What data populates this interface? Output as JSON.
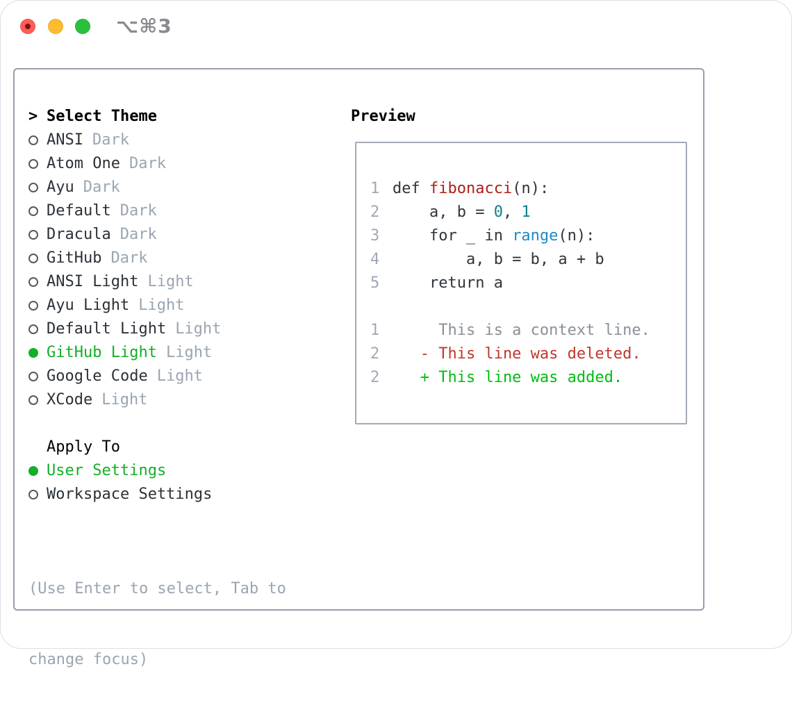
{
  "titlebar": {
    "shortcut": "⌥⌘3"
  },
  "colors": {
    "selected_green": "#14ae29",
    "added_green": "#00bd0f",
    "deleted_red": "#c2362a",
    "context_gray": "#8a9097",
    "function_red": "#a8231b",
    "number_teal": "#0e7f8c",
    "builtin_blue": "#1e88c7",
    "code_dark": "#2f353c",
    "line_number_gray": "#9fa8b4",
    "tag_gray": "#9aa5b2",
    "traffic_red": "#ff5c54",
    "traffic_yellow": "#fdbc2f",
    "traffic_green": "#2ac03e"
  },
  "theme_list": {
    "heading_prefix": ">",
    "heading": "Select Theme",
    "items": [
      {
        "label": "ANSI",
        "tag": "Dark",
        "selected": false
      },
      {
        "label": "Atom One",
        "tag": "Dark",
        "selected": false
      },
      {
        "label": "Ayu",
        "tag": "Dark",
        "selected": false
      },
      {
        "label": "Default",
        "tag": "Dark",
        "selected": false
      },
      {
        "label": "Dracula",
        "tag": "Dark",
        "selected": false
      },
      {
        "label": "GitHub",
        "tag": "Dark",
        "selected": false
      },
      {
        "label": "ANSI Light",
        "tag": "Light",
        "selected": false
      },
      {
        "label": "Ayu Light",
        "tag": "Light",
        "selected": false
      },
      {
        "label": "Default Light",
        "tag": "Light",
        "selected": false
      },
      {
        "label": "GitHub Light",
        "tag": "Light",
        "selected": true
      },
      {
        "label": "Google Code",
        "tag": "Light",
        "selected": false
      },
      {
        "label": "XCode",
        "tag": "Light",
        "selected": false
      }
    ]
  },
  "apply_to": {
    "heading": "Apply To",
    "options": [
      {
        "label": "User Settings",
        "selected": true
      },
      {
        "label": "Workspace Settings",
        "selected": false
      }
    ]
  },
  "hint": {
    "line1": "(Use Enter to select, Tab to",
    "line2": "change focus)"
  },
  "preview": {
    "heading": "Preview",
    "lines": [
      {
        "num": "1",
        "segments": [
          {
            "t": "def ",
            "c": "code_dark"
          },
          {
            "t": "fibonacci",
            "c": "function_red"
          },
          {
            "t": "(n):",
            "c": "code_dark"
          }
        ]
      },
      {
        "num": "2",
        "segments": [
          {
            "t": "    a, b = ",
            "c": "code_dark"
          },
          {
            "t": "0",
            "c": "number_teal"
          },
          {
            "t": ", ",
            "c": "code_dark"
          },
          {
            "t": "1",
            "c": "number_teal"
          }
        ]
      },
      {
        "num": "3",
        "segments": [
          {
            "t": "    for _ in ",
            "c": "code_dark"
          },
          {
            "t": "range",
            "c": "builtin_blue"
          },
          {
            "t": "(n):",
            "c": "code_dark"
          }
        ]
      },
      {
        "num": "4",
        "segments": [
          {
            "t": "        a, b = b, a + b",
            "c": "code_dark"
          }
        ]
      },
      {
        "num": "5",
        "segments": [
          {
            "t": "    return a",
            "c": "code_dark"
          }
        ]
      },
      {
        "num": "",
        "segments": []
      },
      {
        "num": "1",
        "segments": [
          {
            "t": "     This is a context line.",
            "c": "context_gray"
          }
        ]
      },
      {
        "num": "2",
        "segments": [
          {
            "t": "   - This line was deleted.",
            "c": "deleted_red"
          }
        ]
      },
      {
        "num": "2",
        "segments": [
          {
            "t": "   + This line was added.",
            "c": "added_green"
          }
        ]
      }
    ]
  }
}
